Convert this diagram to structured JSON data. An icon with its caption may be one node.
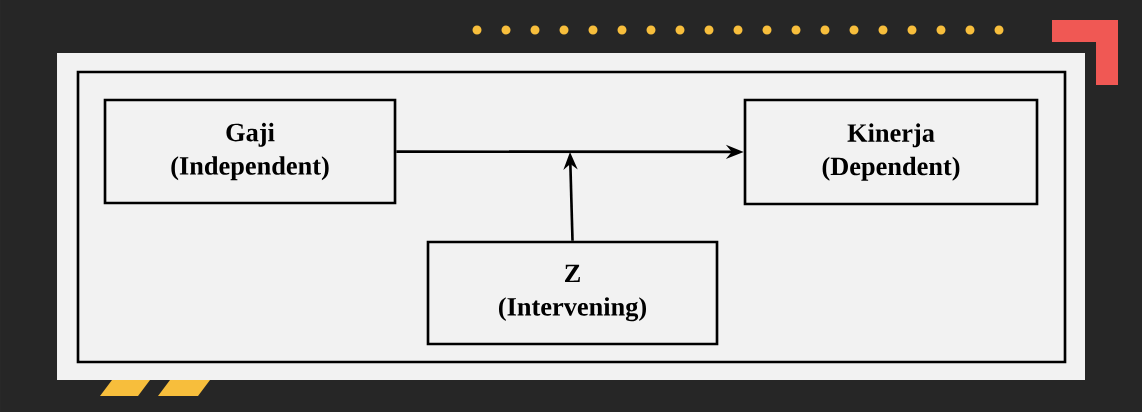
{
  "diagram": {
    "nodes": [
      {
        "text": [],
        "shape": "box"
      },
      {
        "text": [
          "Gaji",
          "(Independent)"
        ],
        "in": 0
      },
      {
        "text": [
          "Kinerja",
          "(Dependent)"
        ],
        "in": 0
      },
      {
        "text": [
          "Z",
          "(Intervening)"
        ],
        "in": 0
      }
    ],
    "edges": [
      {
        "from": 1,
        "to": 2,
        "arrow": "to"
      },
      {
        "from": 3,
        "to": null,
        "arrow": "to"
      }
    ]
  }
}
